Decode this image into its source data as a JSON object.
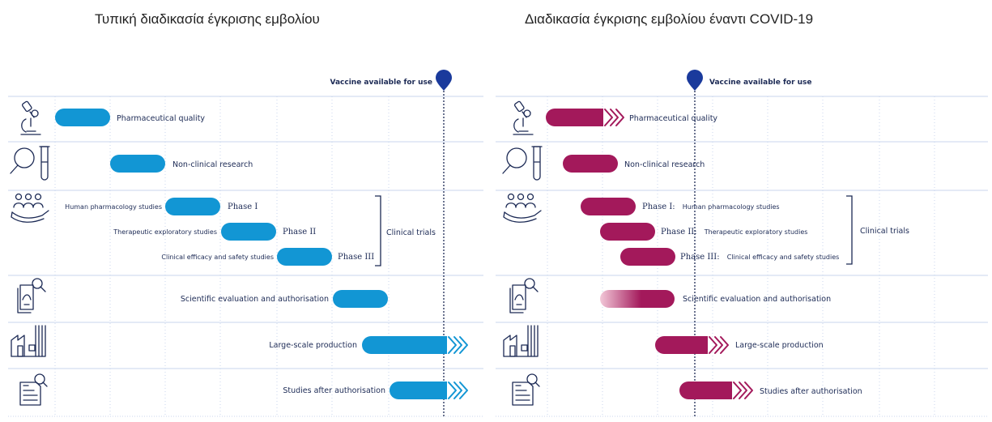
{
  "left_title": "Τυπική διαδικασία έγκρισης εμβολίου",
  "right_title": "Διαδικασία έγκρισης εμβολίου έναντι COVID-19",
  "milestone_label": "Vaccine available for use",
  "clinical_trials_label": "Clinical trials",
  "phase_labels": [
    "Phase I",
    "Phase II",
    "Phase III"
  ],
  "steps": {
    "pharmaceutical_quality": "Pharmaceutical quality",
    "non_clinical_research": "Non-clinical research",
    "scientific_evaluation": "Scientific evaluation and authorisation",
    "large_scale_production": "Large-scale production",
    "studies_after_authorisation": "Studies after authorisation"
  },
  "studies": {
    "human_pharmacology": "Human pharmacology studies",
    "therapeutic_exploratory": "Therapeutic exploratory studies",
    "clinical_efficacy_safety": "Clinical efficacy and safety studies"
  },
  "right_phase_lines": {
    "p1_phase": "Phase I:",
    "p1_text": "Human pharmacology studies",
    "p2_phase": "Phase II:",
    "p2_text": "Therapeutic exploratory studies",
    "p3_phase": "Phase III:",
    "p3_text": "Clinical efficacy and safety studies"
  },
  "colors": {
    "standard_bar": "#1296d4",
    "covid_bar": "#a3195b",
    "navy": "#1c2a55",
    "grid": "#c8d6ec"
  },
  "icons": [
    "microscope-icon",
    "magnifier-test-tube-icon",
    "people-hand-icon",
    "document-search-icon",
    "factory-icon",
    "report-search-icon"
  ]
}
